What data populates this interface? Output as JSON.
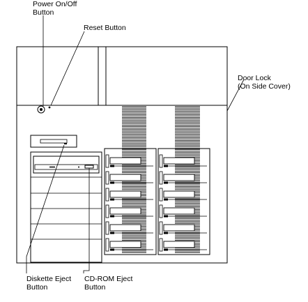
{
  "callouts": {
    "power": {
      "line1": "Power On/Off",
      "line2": "Button"
    },
    "reset": {
      "line1": "Reset Button"
    },
    "door_lock": {
      "line1": "Door Lock",
      "line2": "(On Side Cover)"
    },
    "diskette_eject": {
      "line1": "Diskette Eject",
      "line2": "Button"
    },
    "cdrom_eject": {
      "line1": "CD-ROM Eject",
      "line2": "Button"
    }
  },
  "drive_bays": {
    "left_column_count": 6,
    "right_column_count": 6
  },
  "colors": {
    "line": "#000000",
    "background": "#ffffff"
  }
}
